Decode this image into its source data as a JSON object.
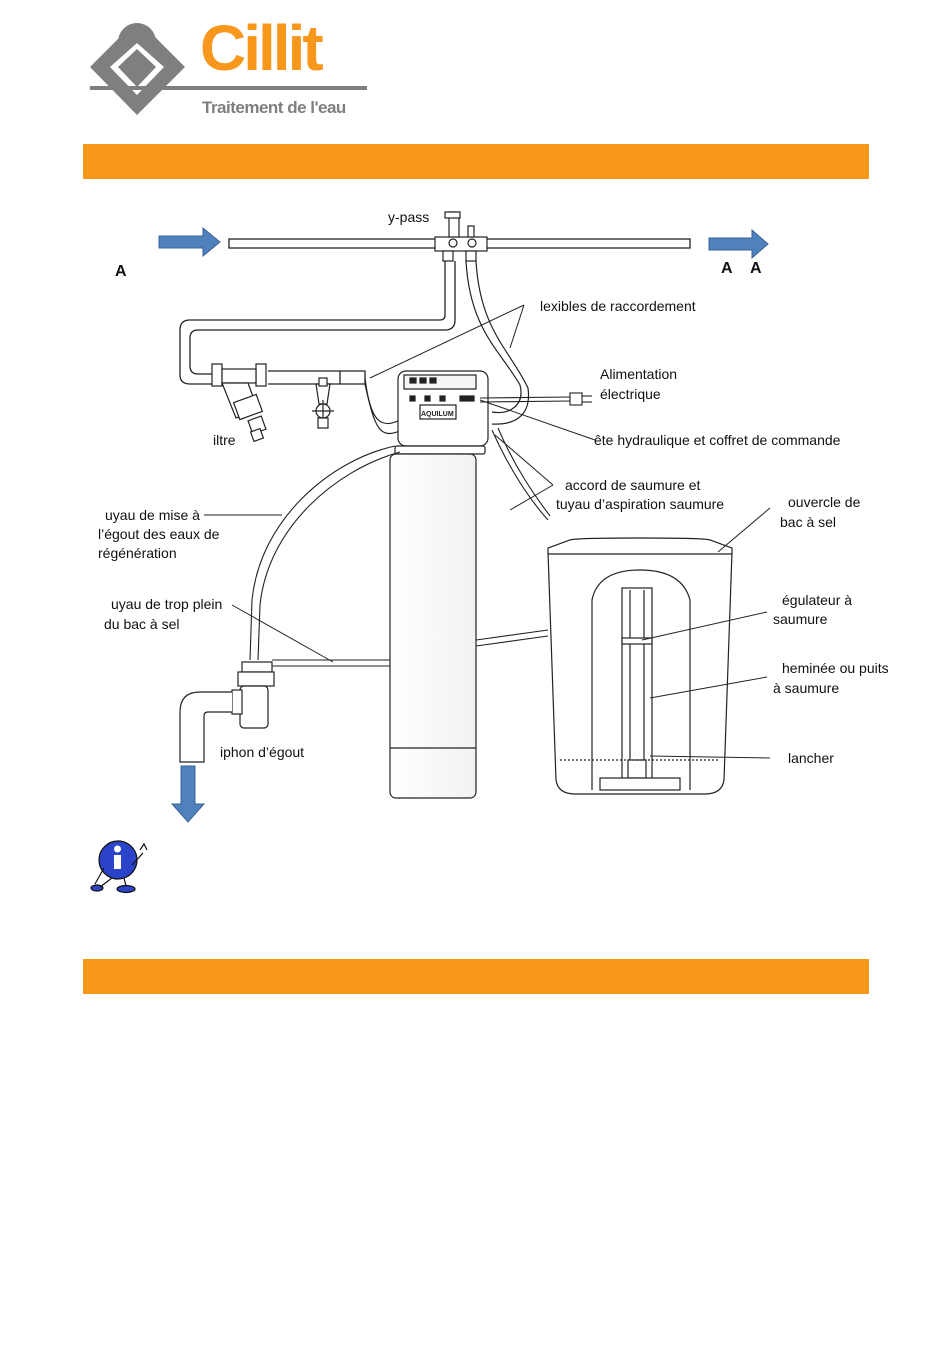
{
  "header": {
    "brand": "Cillit",
    "tagline": "Traitement de l'eau",
    "brand_color": "#f7981d",
    "logo_gray": "#7f7f7f"
  },
  "colors": {
    "section_bar": "#f7981d",
    "arrow_blue": "#4f81bd"
  },
  "diagram": {
    "labels": {
      "bypass": "y-pass",
      "a_left": "A",
      "a_right_1": "A",
      "a_right_2": "A",
      "flex": "lexibles de raccordement",
      "power_1": "Alimentation",
      "power_2": "électrique",
      "head": "ête hydraulique et coffret de commande",
      "filter": "iltre",
      "brine_1": "accord de saumure et",
      "brine_2": "tuyau d’aspiration saumure",
      "cover_1": "ouvercle de",
      "cover_2": "bac à sel",
      "drain_1": "uyau de mise à",
      "drain_2": "l’égout des eaux de",
      "drain_3": "régénération",
      "overflow_1": "uyau de trop plein",
      "overflow_2": "du bac à sel",
      "regulator_1": "égulateur à",
      "regulator_2": "saumure",
      "chimney_1": "heminée ou puits",
      "chimney_2": "à saumure",
      "floor": "lancher",
      "siphon": "iphon d’égout",
      "device_brand": "AQUILUM"
    }
  },
  "info_icon": "info-mascot-icon"
}
